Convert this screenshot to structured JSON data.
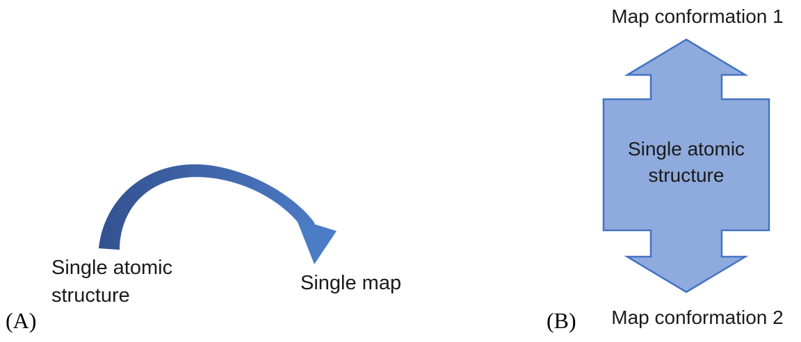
{
  "figure": {
    "panel_a": {
      "panel_tag": "(A)",
      "source_label": "Single atomic\nstructure",
      "target_label": "Single map"
    },
    "panel_b": {
      "panel_tag": "(B)",
      "top_label": "Map conformation 1",
      "shape_label": "Single atomic\nstructure",
      "bottom_label": "Map conformation 2"
    },
    "colors": {
      "arc_gradient_start": "#33518f",
      "arc_gradient_end": "#4d7cc7",
      "arrow_head": "#4d7cc7",
      "shape_fill": "#8faadc",
      "shape_stroke": "#4472c4"
    }
  }
}
